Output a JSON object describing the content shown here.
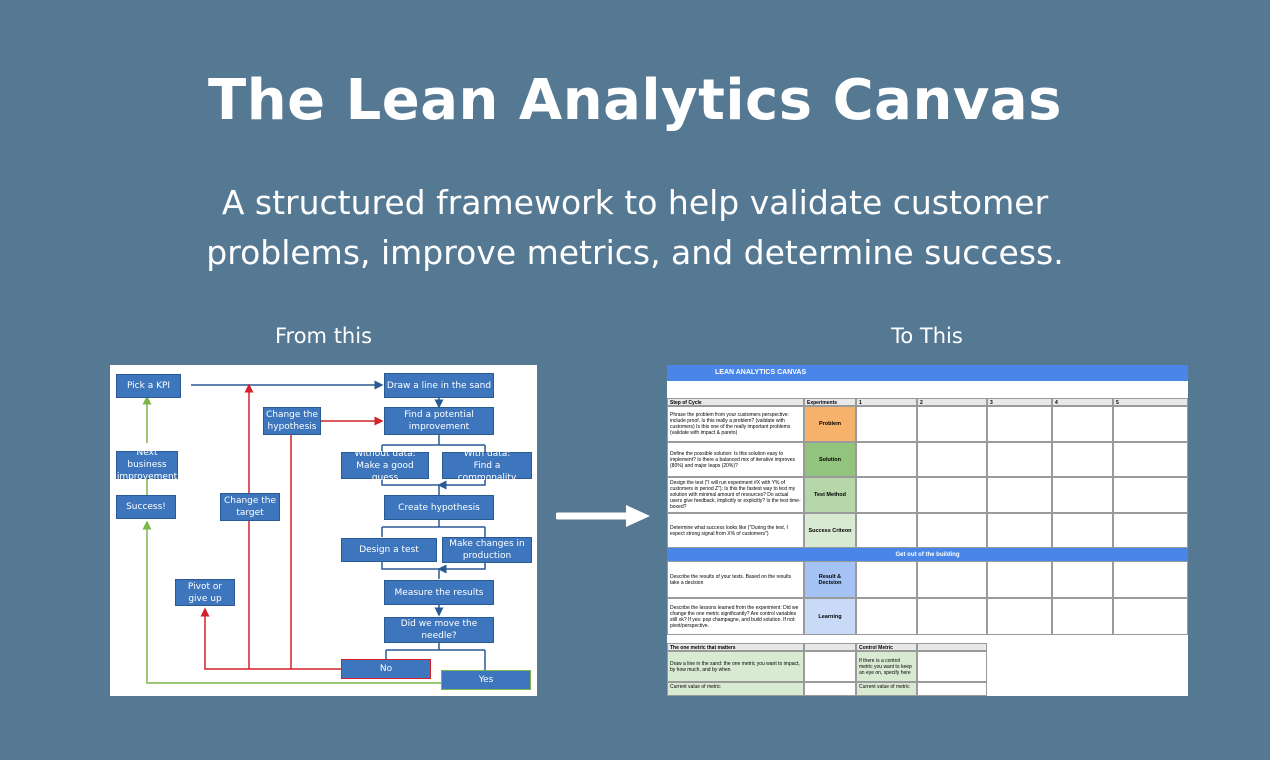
{
  "title": "The Lean Analytics Canvas",
  "subtitle": "A structured framework to help validate customer problems, improve metrics, and determine success.",
  "captions": {
    "from": "From this",
    "to": "To This"
  },
  "flowchart": {
    "pick_kpi": "Pick a KPI",
    "next_business": "Next business\nimprovement",
    "success": "Success!",
    "change_hypothesis": "Change the\nhypothesis",
    "change_target": "Change the\ntarget",
    "pivot": "Pivot or\ngive up",
    "draw_line": "Draw a line in the sand",
    "find_improvement": "Find a potential\nimprovement",
    "without_data": "Without data:\nMake a good guess",
    "with_data": "With data:\nFind a commonality",
    "create_hypothesis": "Create hypothesis",
    "design_test": "Design a test",
    "make_changes": "Make changes in\nproduction",
    "measure": "Measure the results",
    "move_needle": "Did we move the needle?",
    "no": "No",
    "yes": "Yes",
    "colors": {
      "box": "#3e76bd",
      "red": "#d4202a",
      "green": "#7ab648",
      "blue_line": "#2a5a94"
    }
  },
  "canvas": {
    "header": "LEAN ANALYTICS CANVAS",
    "col_step": "Step of Cycle",
    "col_experiments": "Experiments",
    "cols": [
      "1",
      "2",
      "3",
      "4",
      "5"
    ],
    "rows": [
      {
        "desc": "Phrase the problem from your customers perspective: include proof. Is this really a problem? (validate with customers) Is this one of the really important problems (validate with impact & pareto)",
        "label": "Problem",
        "color": "#f6b26b"
      },
      {
        "desc": "Define the possible solution: Is this solution easy to implement? Is there a balanced mix of iterative improves (80%) and major leaps (20%)?",
        "label": "Solution",
        "color": "#93c47d"
      },
      {
        "desc": "Design the test (\"I will run experiment #X with Y% of customers in period Z\"): Is this the fastest way to test my solution with minimal amount of resources? Do actual users give feedback, implicitly or explicitly? Is the test time-boxed?",
        "label": "Test Method",
        "color": "#b6d7a8"
      },
      {
        "desc": "Determine what success looks like (\"During the test, I expect strong signal from X% of customers\")",
        "label": "Success Criteon",
        "color": "#d9ead3"
      }
    ],
    "band": "Get out of the building",
    "rows2": [
      {
        "desc": "Describe the results of your tests. Based on the results take a decision",
        "label": "Result & Decision",
        "color": "#a4c2f4"
      },
      {
        "desc": "Describe the lessons learned from the experiment: Did we change the one metric significantly? Are control variables still ok? If yes: pop champagne, and build solution. If not: pivot/perspective.",
        "label": "Learning",
        "color": "#c9daf8"
      }
    ],
    "omtm_header": "The one metric that matters",
    "control_header": "Control Metric",
    "omtm_desc": "Draw a line in the sand: the one metric you want to impact, by how much, and by when",
    "control_desc": "If there is a control metric you want to keep an eye on, specify here",
    "current_omtm": "Current value of metric",
    "current_control": "Current value of metric"
  }
}
